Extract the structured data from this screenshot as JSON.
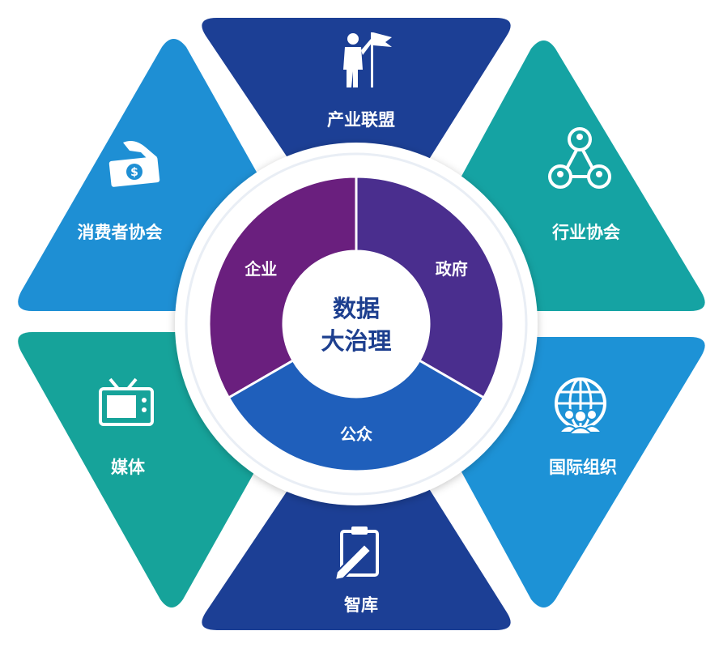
{
  "center": {
    "line1": "数据",
    "line2": "大治理"
  },
  "inner_segments": [
    {
      "label": "企业",
      "color": "#6a1f7e"
    },
    {
      "label": "政府",
      "color": "#4a2e8e"
    },
    {
      "label": "公众",
      "color": "#1f5fbb"
    }
  ],
  "outer_segments": [
    {
      "label": "产业联盟",
      "icon": "flag-person-icon",
      "color": "#1c3f95"
    },
    {
      "label": "行业协会",
      "icon": "network-people-icon",
      "color": "#15a3a3"
    },
    {
      "label": "国际组织",
      "icon": "globe-people-icon",
      "color": "#1d92d6"
    },
    {
      "label": "智库",
      "icon": "clipboard-pen-icon",
      "color": "#1c3f95"
    },
    {
      "label": "媒体",
      "icon": "tv-icon",
      "color": "#16a39a"
    },
    {
      "label": "消费者协会",
      "icon": "money-hand-icon",
      "color": "#1e8fd4"
    }
  ]
}
